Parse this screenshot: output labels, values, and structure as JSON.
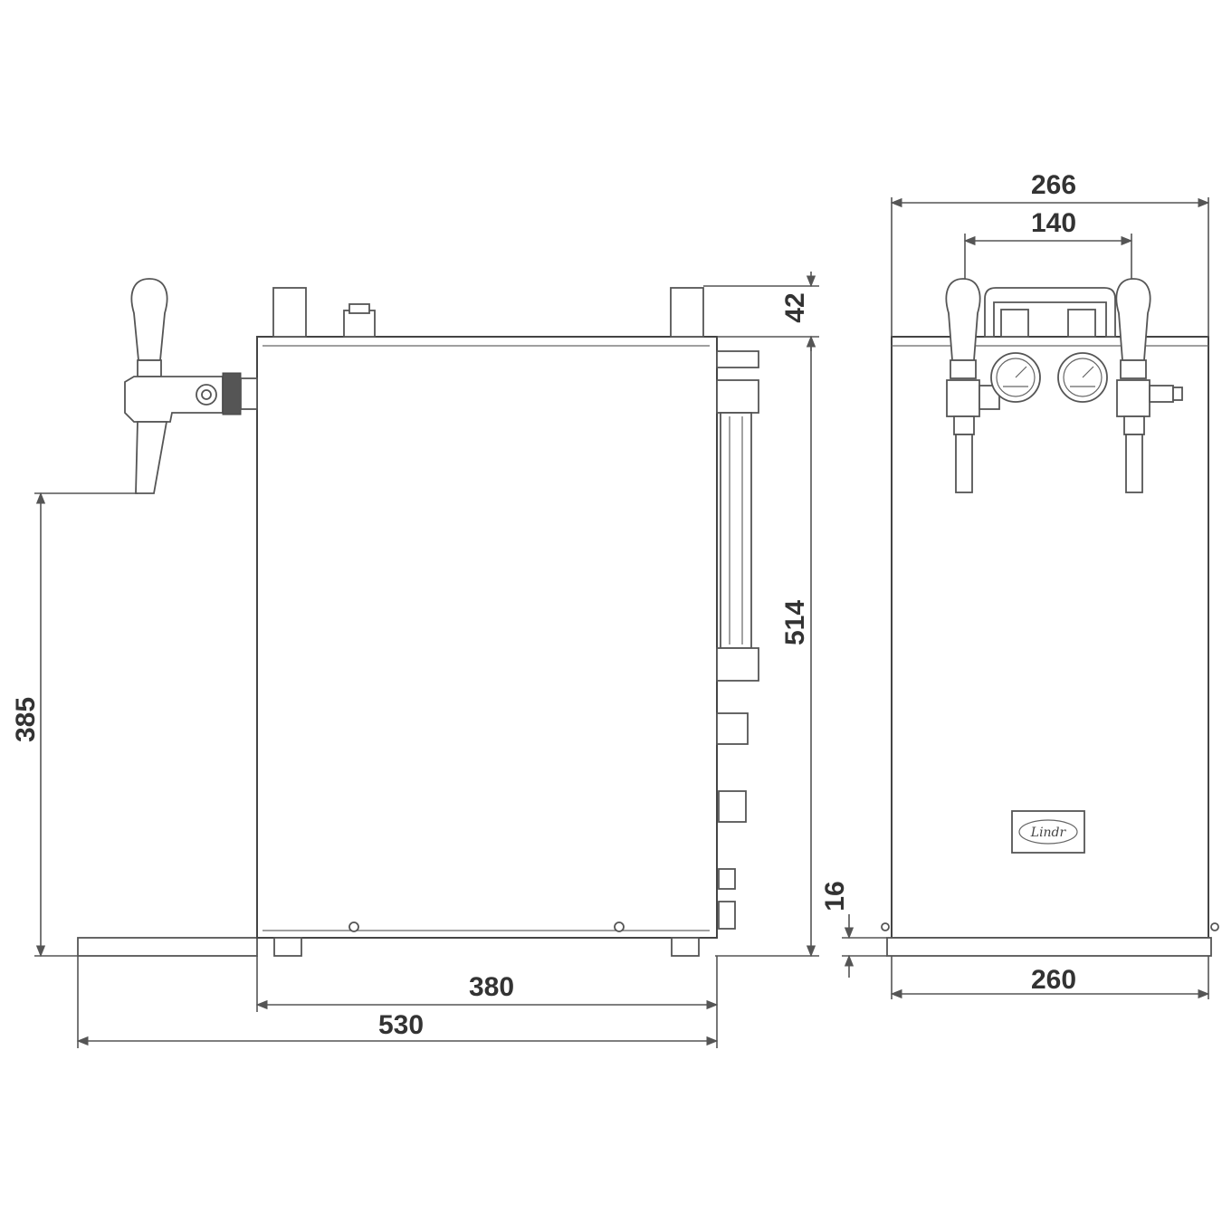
{
  "dimensions": {
    "side_view": {
      "top_part_height": "42",
      "total_height": "514",
      "tap_height": "385",
      "body_depth": "380",
      "total_depth": "530"
    },
    "front_view": {
      "total_width": "266",
      "tap_spacing": "140",
      "foot_height": "16",
      "body_width": "260"
    }
  },
  "logo": {
    "brand": "Lindr"
  }
}
